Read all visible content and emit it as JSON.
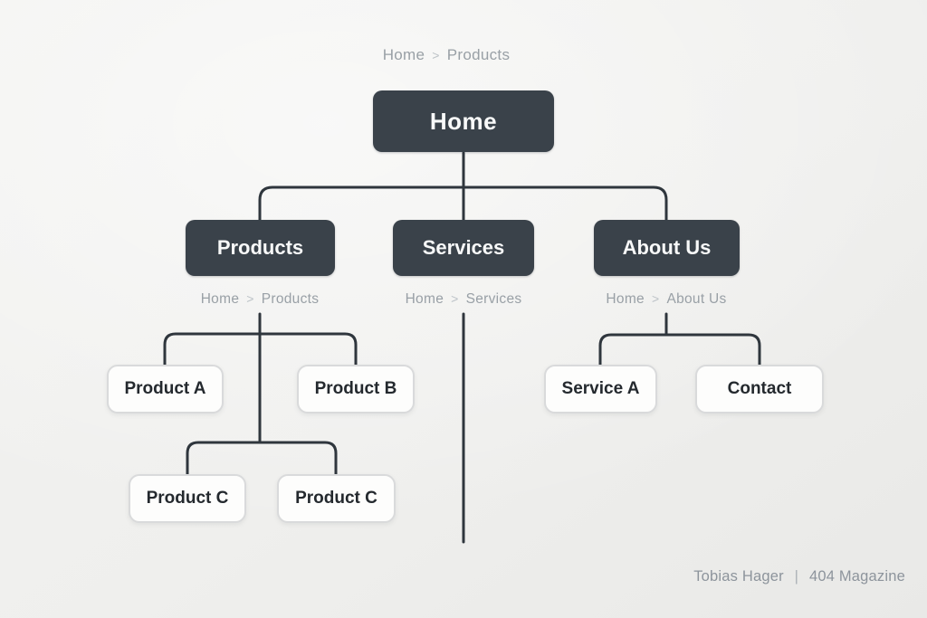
{
  "colors": {
    "background": "#f0f0ee",
    "node_dark_bg": "#3a424a",
    "node_dark_text": "#f8f9f9",
    "node_light_bg": "#fdfdfc",
    "node_light_border": "#d9dadb",
    "node_light_text": "#24292e",
    "connector_line": "#2f363d",
    "breadcrumb_text": "#99a0a6",
    "attribution_text": "#8d949c"
  },
  "breadcrumbs": {
    "separator": ">",
    "top": [
      "Home",
      "Products"
    ],
    "products": [
      "Home",
      "Products"
    ],
    "services": [
      "Home",
      "Services"
    ],
    "about": [
      "Home",
      "About Us"
    ]
  },
  "nodes": {
    "home": {
      "label": "Home"
    },
    "products": {
      "label": "Products"
    },
    "services": {
      "label": "Services"
    },
    "about": {
      "label": "About Us"
    },
    "product_a": {
      "label": "Product A"
    },
    "product_b": {
      "label": "Product B"
    },
    "product_c_left": {
      "label": "Product C"
    },
    "product_c_right": {
      "label": "Product C"
    },
    "service_a": {
      "label": "Service A"
    },
    "contact": {
      "label": "Contact"
    }
  },
  "attribution": {
    "author": "Tobias Hager",
    "separator": "|",
    "source": "404 Magazine"
  }
}
